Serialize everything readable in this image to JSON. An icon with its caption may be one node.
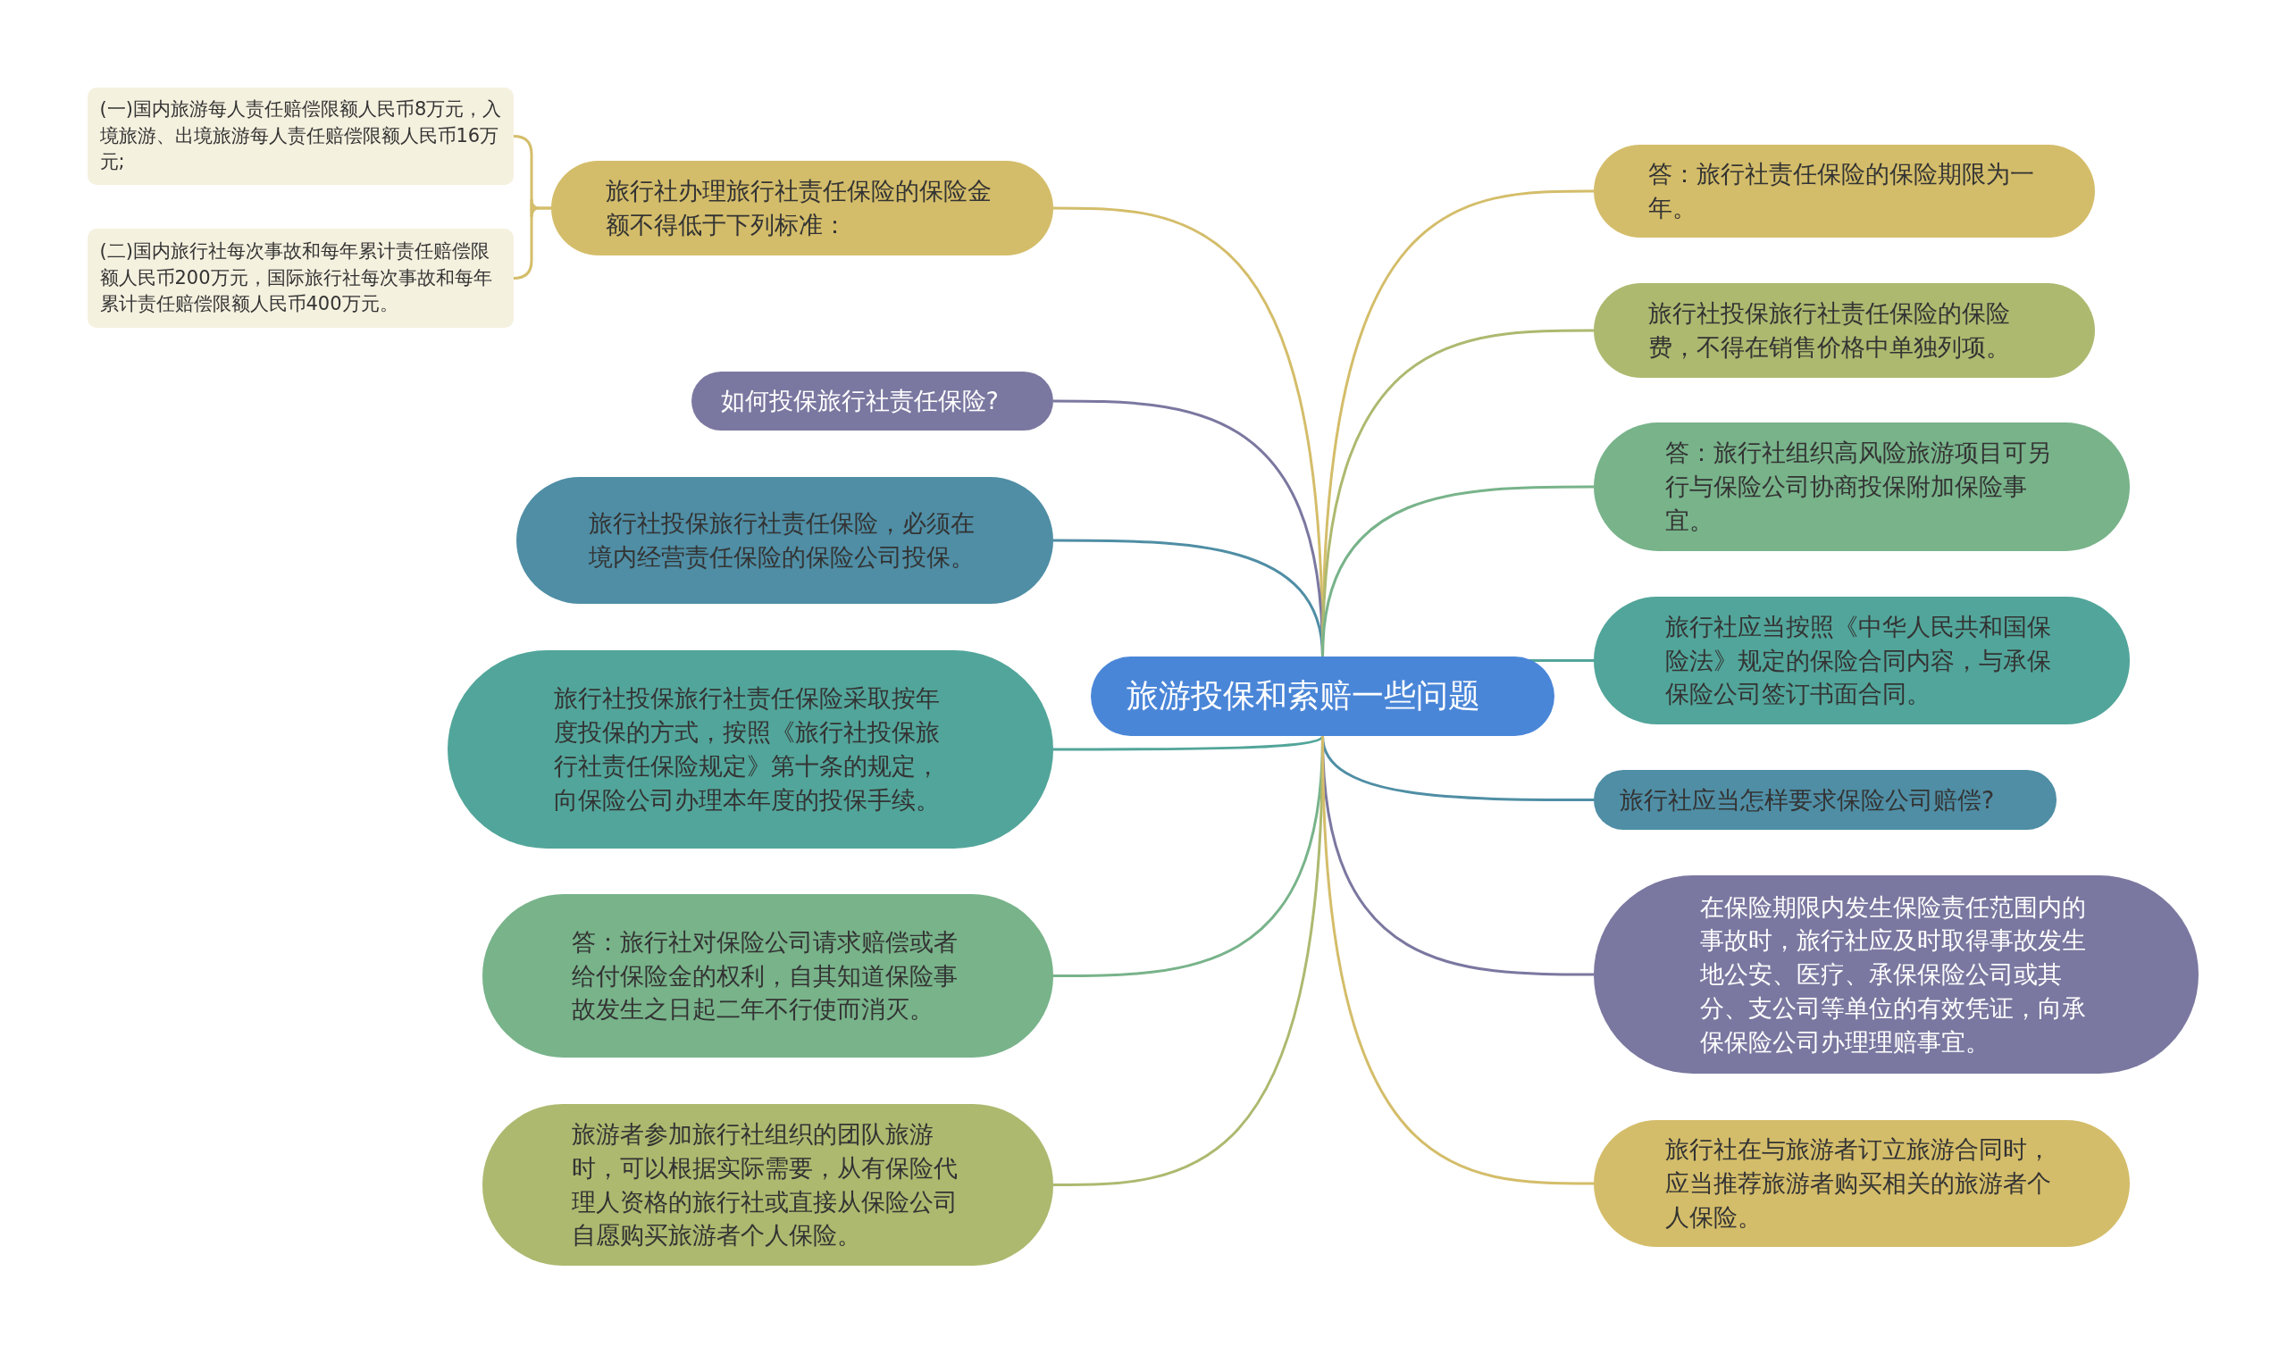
{
  "diagram": {
    "nodes": [
      {
        "text": [
          "旅游投保和索赔一些问题"
        ]
      },
      {
        "text": [
          "旅行社办理旅行社责任保险的保险金额不得低于下列标准："
        ]
      },
      {
        "text": [
          "(一)国内旅游每人责任赔偿限额人民币8万元，入境旅游、出境旅游每人责任赔偿限额人民币16万元;"
        ]
      },
      {
        "text": [
          "(二)国内旅行社每次事故和每年累计责任赔偿限额人民币200万元，国际旅行社每次事故和每年累计责任赔偿限额人民币400万元。"
        ]
      },
      {
        "text": [
          "如何投保旅行社责任保险?"
        ]
      },
      {
        "text": [
          "旅行社投保旅行社责任保险，必须在境内经营责任保险的保险公司投保。"
        ]
      },
      {
        "text": [
          "旅行社投保旅行社责任保险采取按年度投保的方式，按照《旅行社投保旅行社责任保险规定》第十条的规定，向保险公司办理本年度的投保手续。"
        ]
      },
      {
        "text": [
          "答：旅行社对保险公司请求赔偿或者给付保险金的权利，自其知道保险事故发生之日起二年不行使而消灭。"
        ]
      },
      {
        "text": [
          "旅游者参加旅行社组织的团队旅游时，可以根据实际需要，从有保险代理人资格的旅行社或直接从保险公司自愿购买旅游者个人保险。"
        ]
      },
      {
        "text": [
          "答：旅行社责任保险的保险期限为一年。"
        ]
      },
      {
        "text": [
          "旅行社投保旅行社责任保险的保险费，不得在销售价格中单独列项。"
        ]
      },
      {
        "text": [
          "答：旅行社组织高风险旅游项目可另行与保险公司协商投保附加保险事宜。"
        ]
      },
      {
        "text": [
          "旅行社应当按照《中华人民共和国保险法》规定的保险合同内容，与承保保险公司签订书面合同。"
        ]
      },
      {
        "text": [
          "旅行社应当怎样要求保险公司赔偿?"
        ]
      },
      {
        "text": [
          "在保险期限内发生保险责任范围内的事故时，旅行社应及时取得事故发生地公安、医疗、承保保险公司或其分、支公司等单位的有效凭证，向承保保险公司办理理赔事宜。"
        ]
      },
      {
        "text": [
          "旅行社在与旅游者订立旅游合同时，应当推荐旅游者购买相关的旅游者个人保险。"
        ]
      }
    ],
    "edges": [
      {
        "from": 0,
        "to": 1,
        "arrow": "none",
        "color": "#d4bd6a"
      },
      {
        "from": 1,
        "to": 2,
        "arrow": "none",
        "color": "#d4bd6a"
      },
      {
        "from": 1,
        "to": 3,
        "arrow": "none",
        "color": "#d4bd6a"
      },
      {
        "from": 0,
        "to": 4,
        "arrow": "none",
        "color": "#7a78a0"
      },
      {
        "from": 0,
        "to": 5,
        "arrow": "none",
        "color": "#4f8ea5"
      },
      {
        "from": 0,
        "to": 6,
        "arrow": "none",
        "color": "#52a59a"
      },
      {
        "from": 0,
        "to": 7,
        "arrow": "none",
        "color": "#78b38a"
      },
      {
        "from": 0,
        "to": 8,
        "arrow": "none",
        "color": "#adb96f"
      },
      {
        "from": 0,
        "to": 9,
        "arrow": "none",
        "color": "#d4bd6a"
      },
      {
        "from": 0,
        "to": 10,
        "arrow": "none",
        "color": "#adb96f"
      },
      {
        "from": 0,
        "to": 11,
        "arrow": "none",
        "color": "#78b38a"
      },
      {
        "from": 0,
        "to": 12,
        "arrow": "none",
        "color": "#52a59a"
      },
      {
        "from": 0,
        "to": 13,
        "arrow": "none",
        "color": "#4f8ea5"
      },
      {
        "from": 0,
        "to": 14,
        "arrow": "none",
        "color": "#7a78a0"
      },
      {
        "from": 0,
        "to": 15,
        "arrow": "none",
        "color": "#d4bd6a"
      }
    ]
  }
}
